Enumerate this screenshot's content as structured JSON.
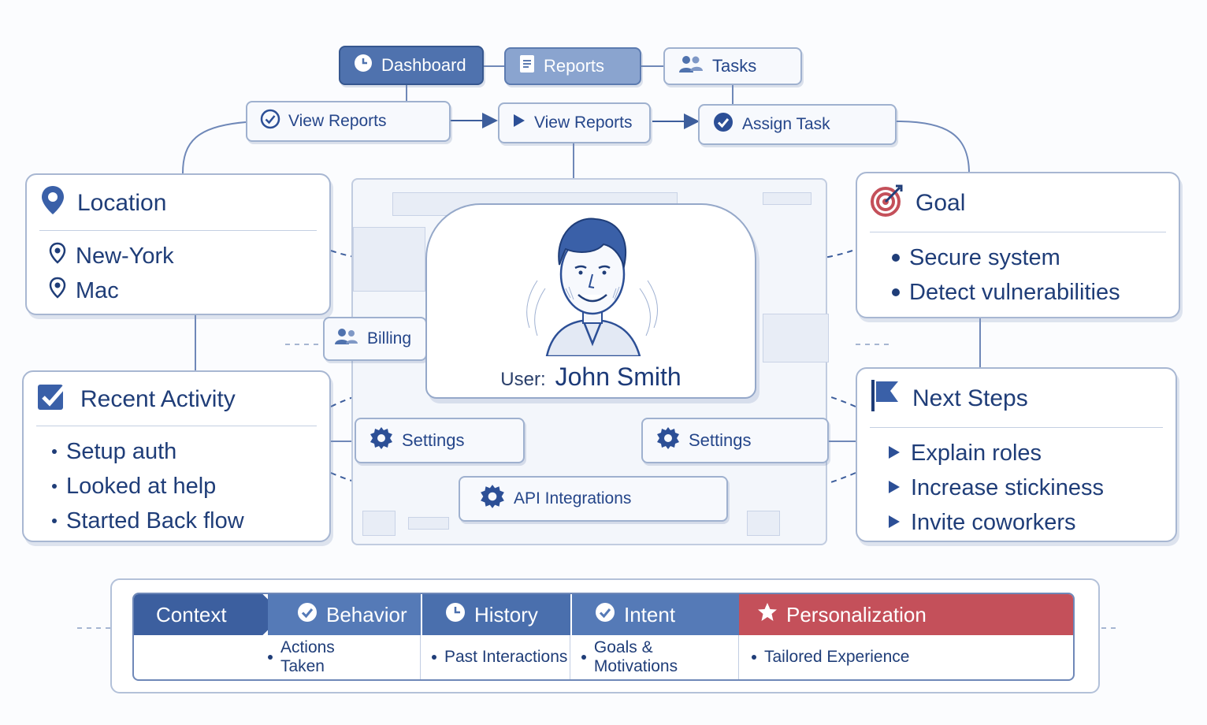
{
  "top_nav": [
    {
      "label": "Dashboard",
      "icon": "clock-icon"
    },
    {
      "label": "Reports",
      "icon": "document-icon"
    },
    {
      "label": "Tasks",
      "icon": "users-icon"
    }
  ],
  "sub_actions": [
    {
      "label": "View Reports",
      "icon": "check-circle-icon"
    },
    {
      "label": "View Reports",
      "icon": "play-icon"
    },
    {
      "label": "Assign Task",
      "icon": "check-circle-icon"
    }
  ],
  "location": {
    "title": "Location",
    "items": [
      "New-York",
      "Mac"
    ]
  },
  "goal": {
    "title": "Goal",
    "items": [
      "Secure system",
      "Detect vulnerabilities"
    ]
  },
  "recent_activity": {
    "title": "Recent Activity",
    "items": [
      "Setup auth",
      "Looked at help",
      "Started Back flow"
    ]
  },
  "next_steps": {
    "title": "Next Steps",
    "items": [
      "Explain roles",
      "Increase stickiness",
      "Invite coworkers"
    ]
  },
  "user": {
    "prefix": "User:",
    "name": "John Smith"
  },
  "billing_label": "Billing",
  "settings_left": "Settings",
  "settings_right": "Settings",
  "api_label": "API Integrations",
  "band": {
    "segments": [
      {
        "title": "Context",
        "subtitle": ""
      },
      {
        "title": "Behavior",
        "subtitle": "Actions Taken",
        "icon": "check-circle-icon"
      },
      {
        "title": "History",
        "subtitle": "Past Interactions",
        "icon": "clock-icon"
      },
      {
        "title": "Intent",
        "subtitle": "Goals & Motivations",
        "icon": "check-circle-icon"
      },
      {
        "title": "Personalization",
        "subtitle": "Tailored Experience",
        "icon": "star-icon"
      }
    ]
  },
  "colors": {
    "primary": "#2c4f96",
    "dark_blue": "#4f72ae",
    "accent_red": "#c4505a",
    "line": "#6f88b8"
  }
}
